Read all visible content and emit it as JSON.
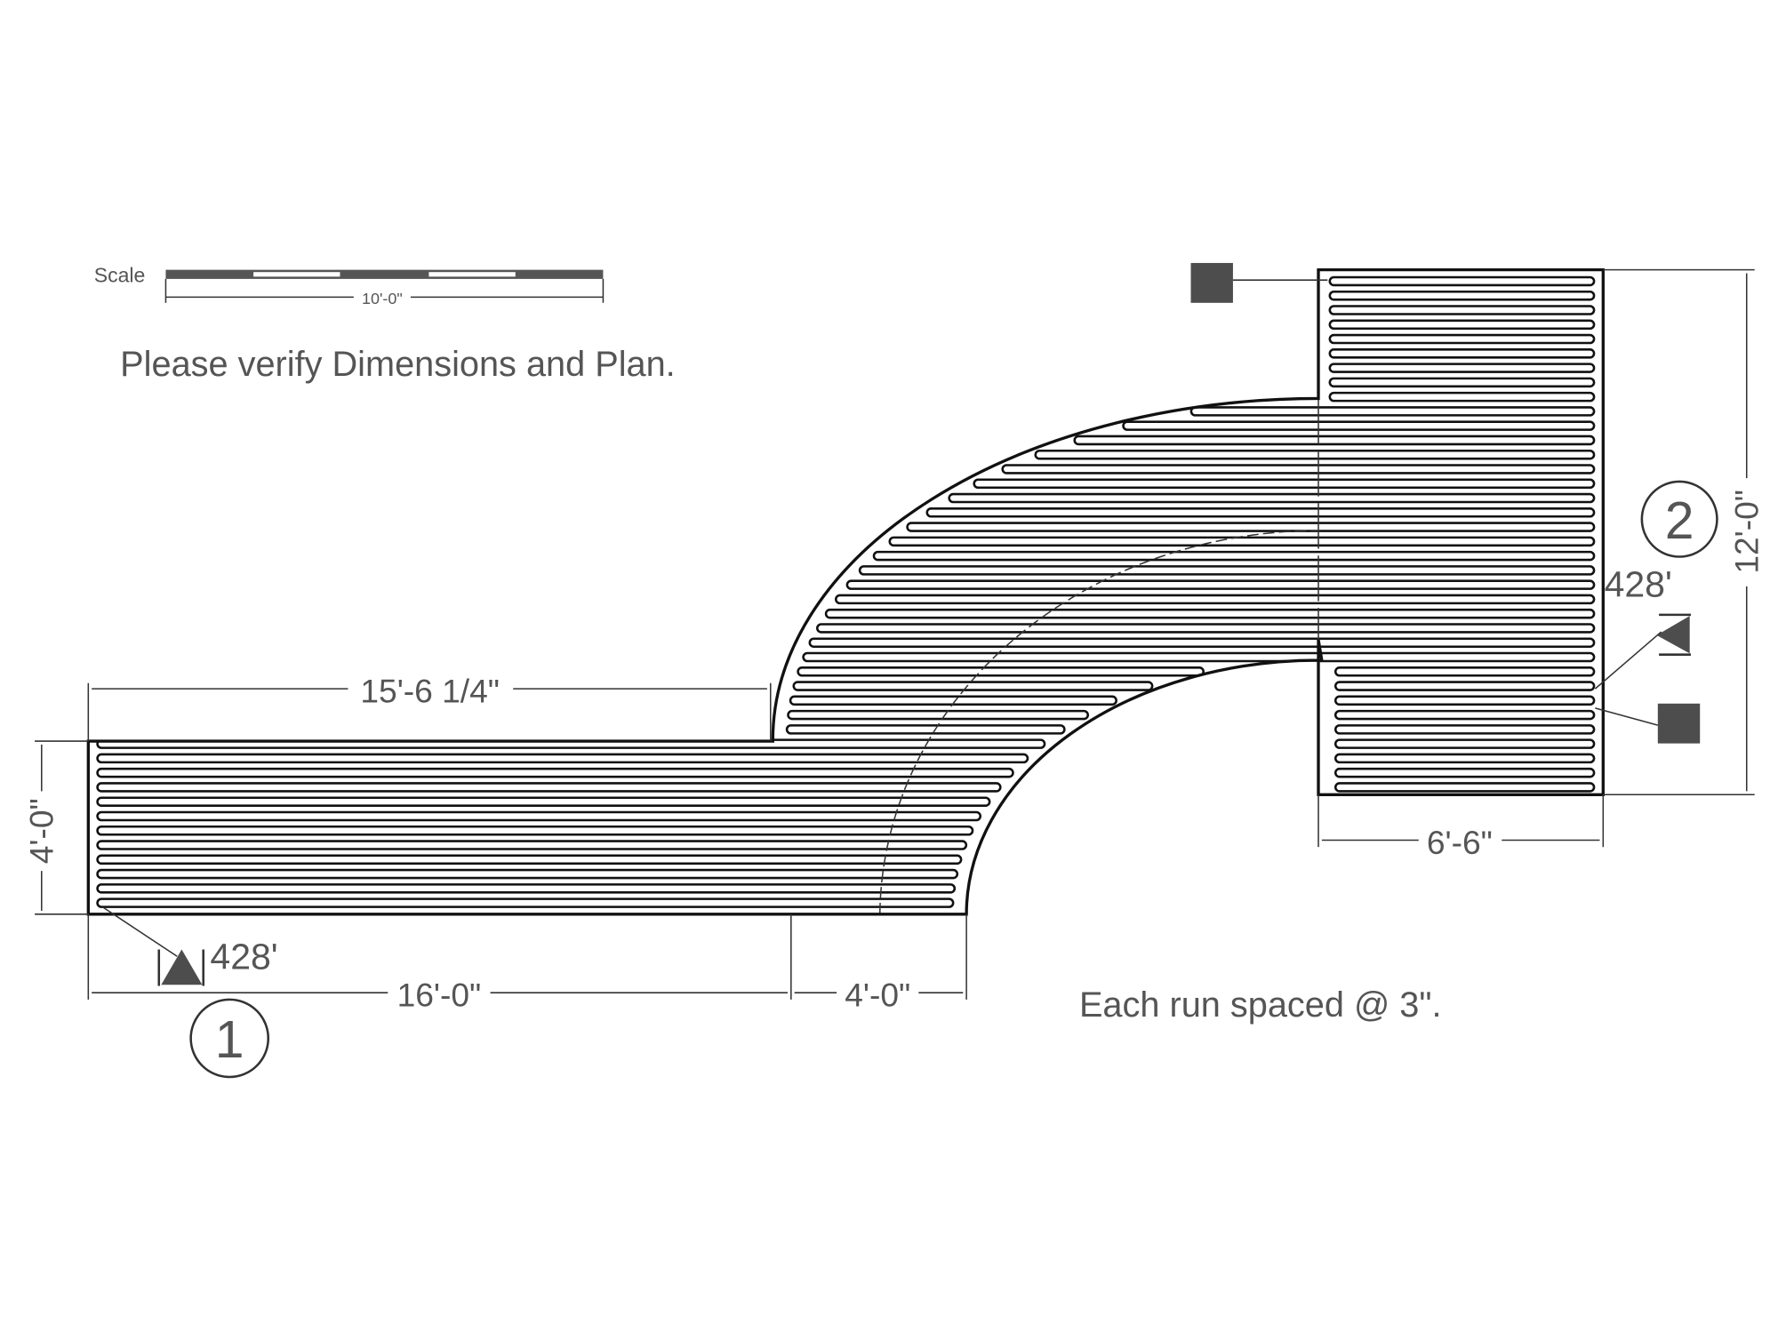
{
  "scale": {
    "label": "Scale",
    "length": "10'-0\""
  },
  "notes": {
    "verify": "Please verify Dimensions and Plan.",
    "spacing": "Each run spaced @ 3\"."
  },
  "dimensions": {
    "top_left": "15'-6 1/4\"",
    "left_height": "4'-0\"",
    "bottom_left": "16'-0\"",
    "bottom_mid": "4'-0\"",
    "right_width": "6'-6\"",
    "right_height": "12'-0\""
  },
  "zones": [
    {
      "number": "1",
      "length": "428'"
    },
    {
      "number": "2",
      "length": "428'"
    }
  ],
  "colors": {
    "line": "#111111",
    "text": "#555555",
    "marker": "#4d4d4d"
  }
}
